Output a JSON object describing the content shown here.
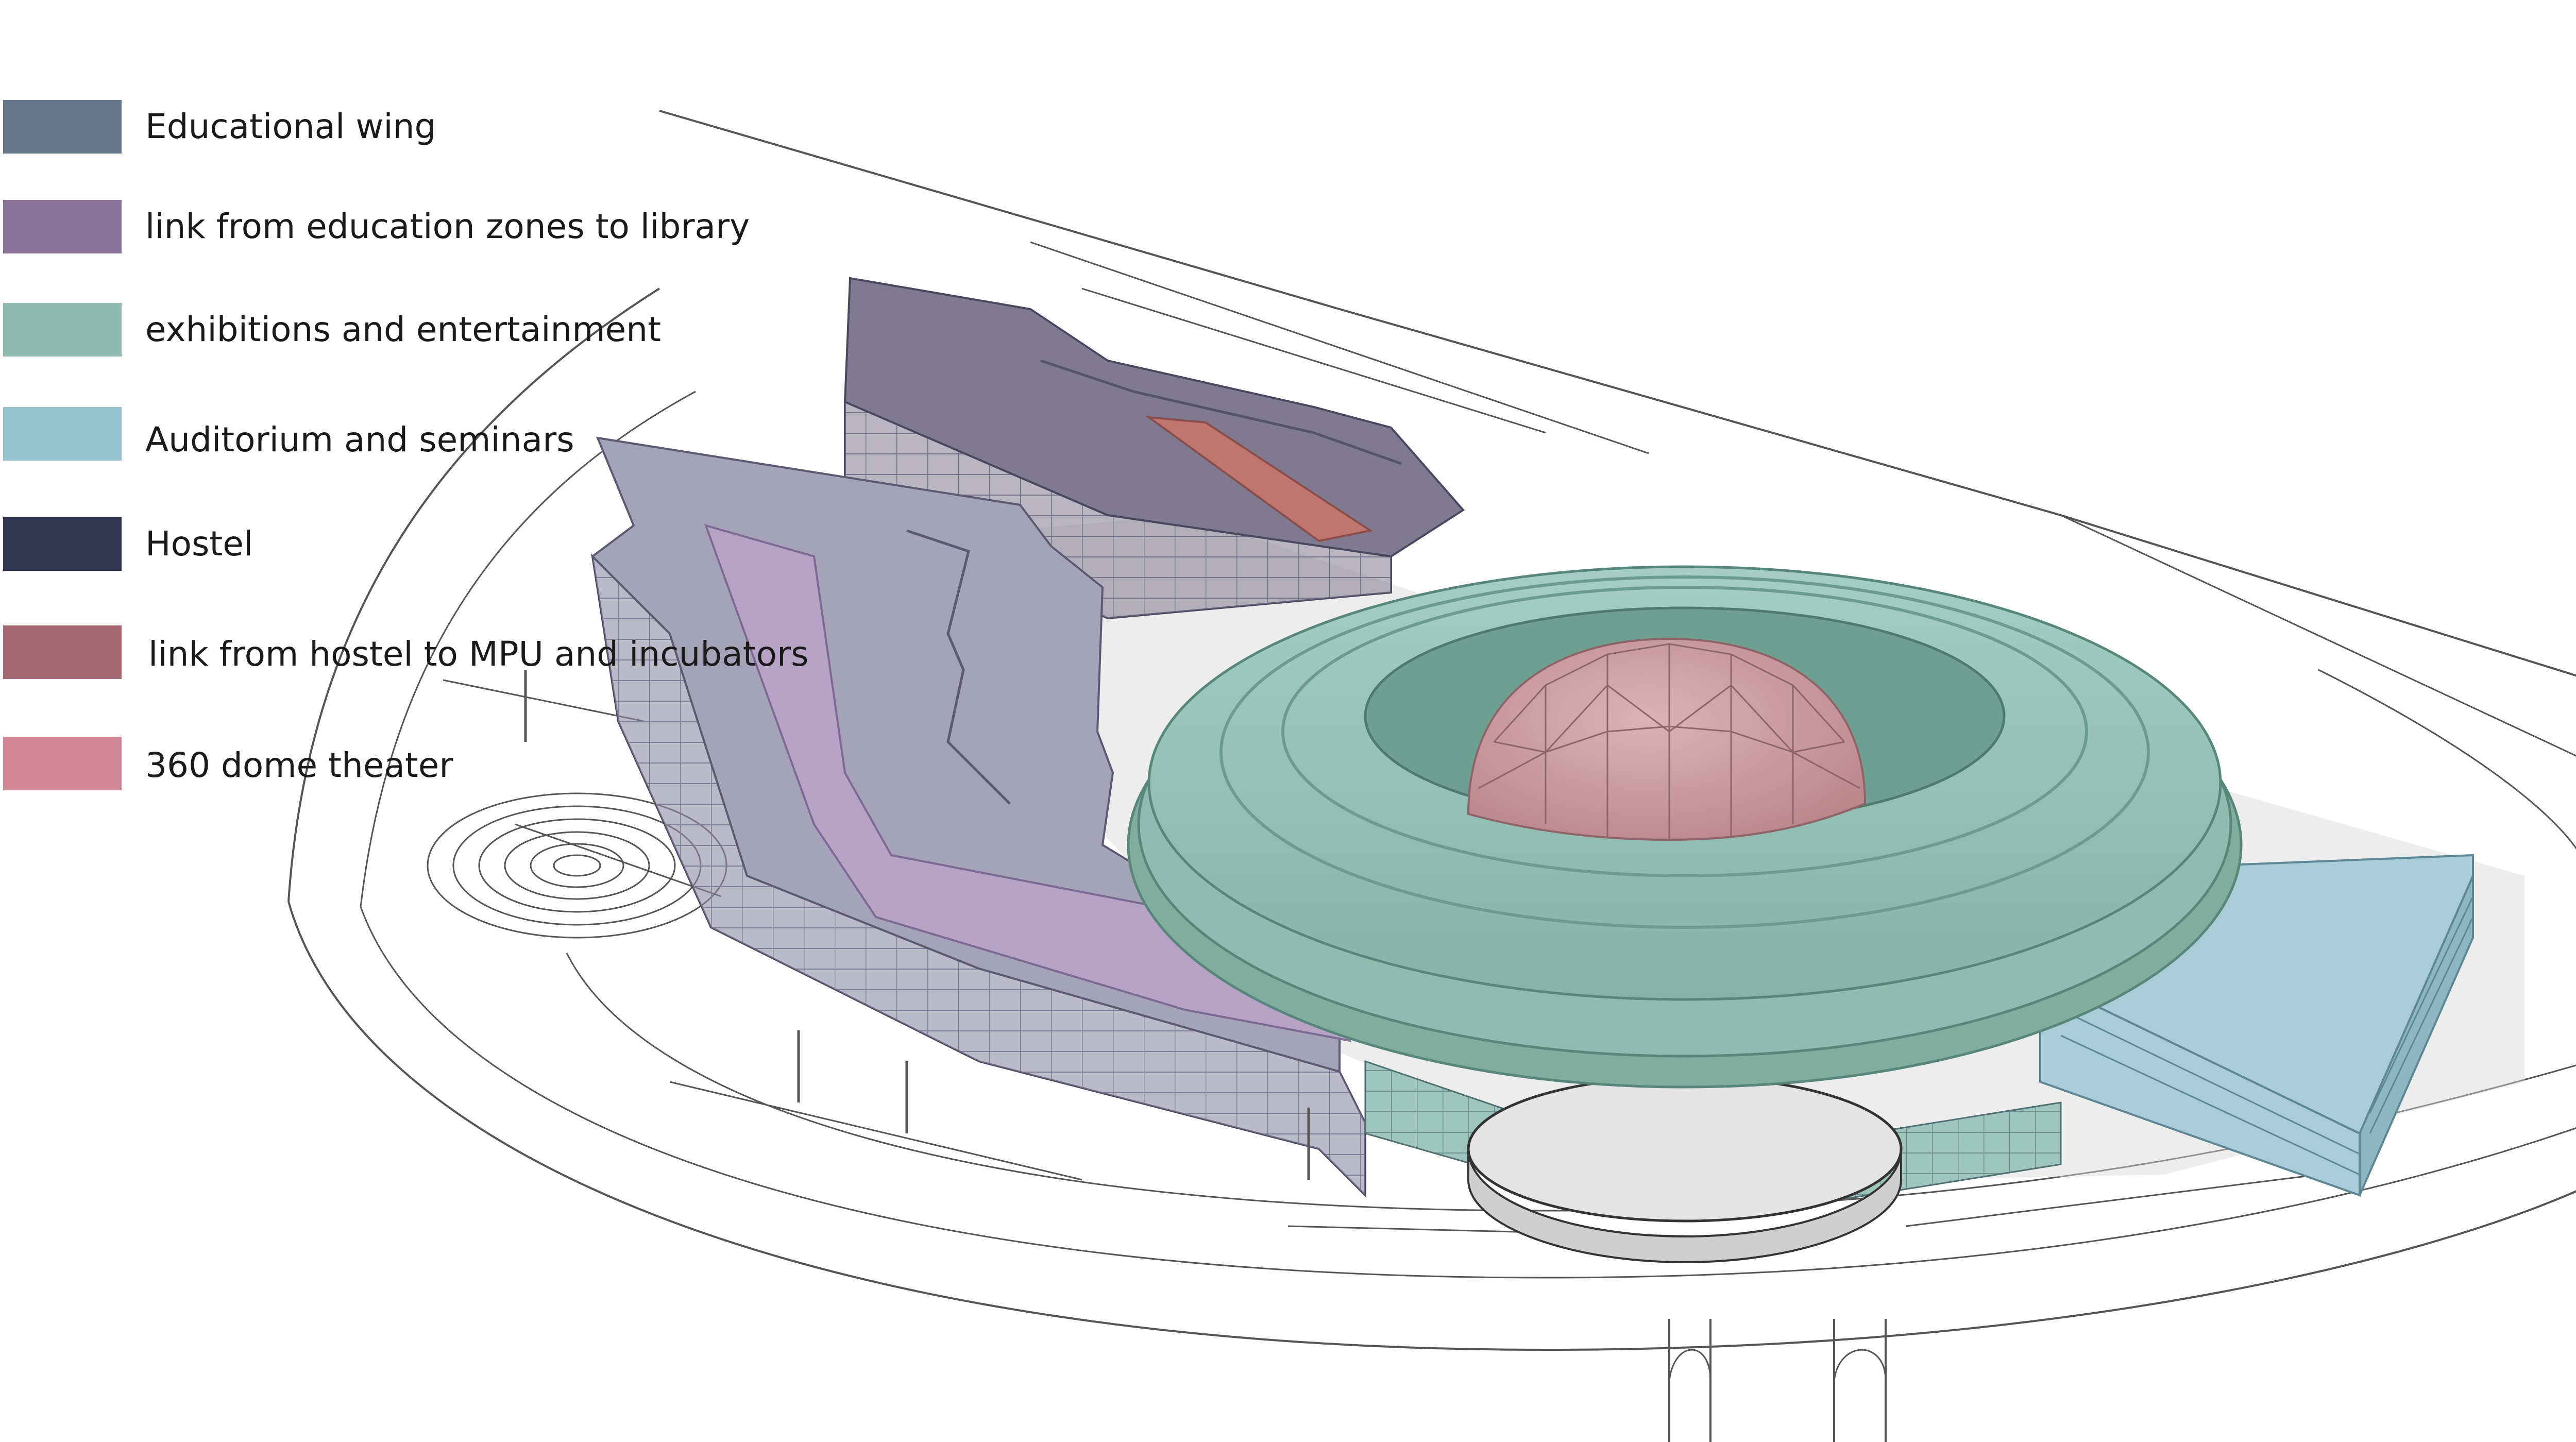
{
  "legend": {
    "items": [
      {
        "key": "educational-wing",
        "label": "Educational wing",
        "color": "#657789"
      },
      {
        "key": "link-education-library",
        "label": "link from education zones to library",
        "color": "#8a7398"
      },
      {
        "key": "exhibitions-entertainment",
        "label": "exhibitions and entertainment",
        "color": "#8fbab0"
      },
      {
        "key": "auditorium-seminars",
        "label": "Auditorium and seminars",
        "color": "#95c2cd"
      },
      {
        "key": "hostel",
        "label": "Hostel",
        "color": "#323650"
      },
      {
        "key": "link-hostel-mpu",
        "label": "link from hostel to MPU and incubators",
        "color": "#a86a72"
      },
      {
        "key": "dome-theater",
        "label": "360 dome theater",
        "color": "#cf8696"
      }
    ]
  },
  "colors": {
    "lines": "#555555",
    "shadow": "#d6d6d6",
    "hostel_roof": "#7f7a90",
    "education_roof": "#a4a3b8",
    "link_library": "#b9a3c8",
    "ring": "#93c0b4",
    "ring_dark": "#6fa598",
    "dome": "#cf9fa3",
    "auditorium": "#a9ccd6",
    "link_hostel": "#c0766f"
  }
}
